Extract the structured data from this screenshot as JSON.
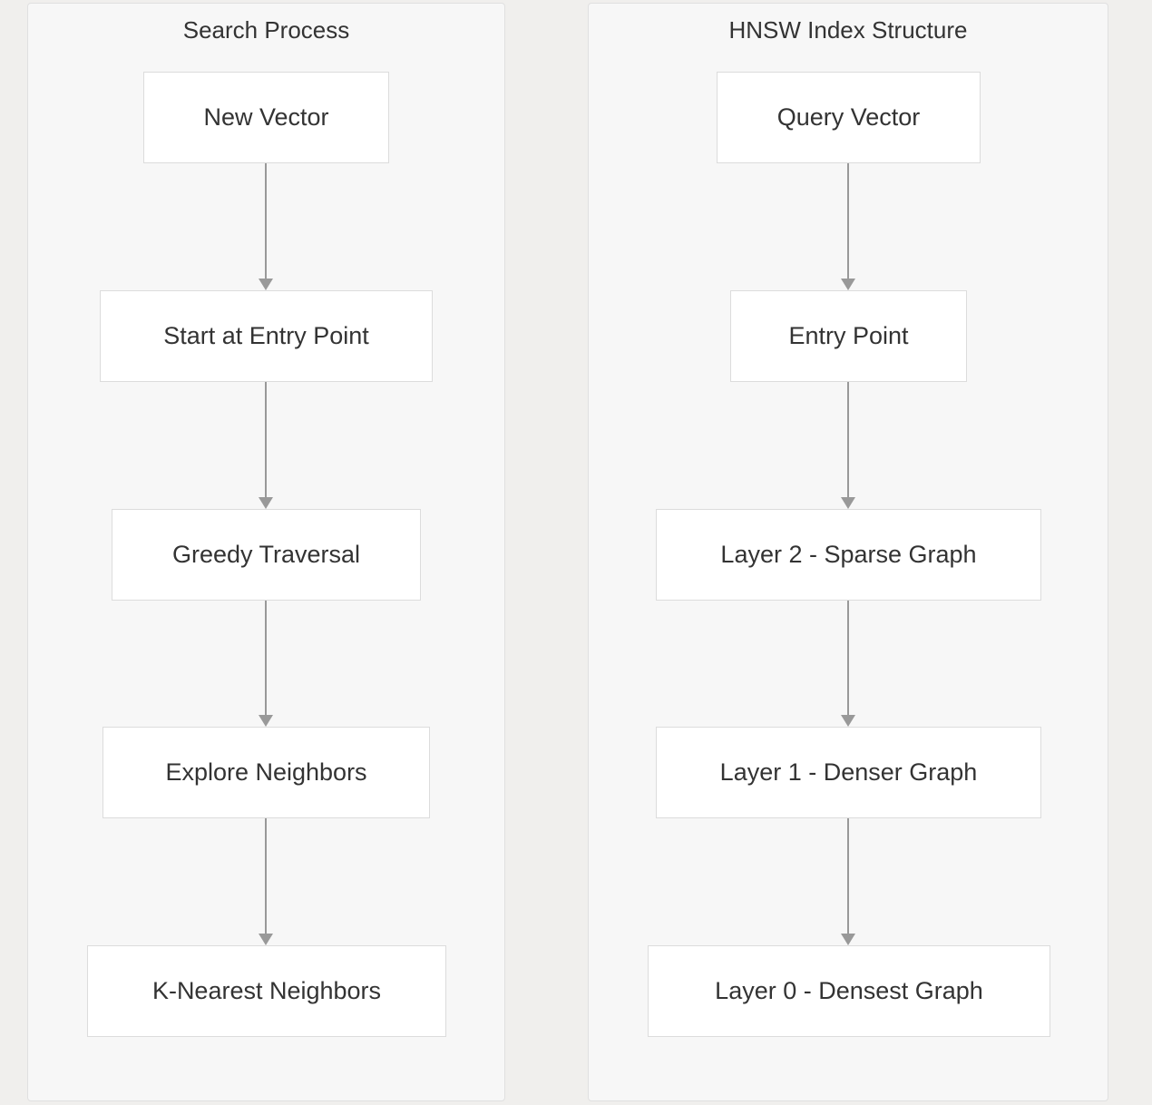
{
  "page": {
    "background_color": "#f0efed",
    "panel_background_color": "#f7f7f7",
    "panel_border_color": "#e0e0e0",
    "node_background_color": "#ffffff",
    "node_border_color": "#dcdcdc",
    "text_color": "#333333",
    "connector_color": "#999999"
  },
  "diagram": {
    "type": "flowchart",
    "direction": "top-to-bottom",
    "panels": [
      {
        "id": "search-process",
        "title": "Search Process",
        "nodes": [
          {
            "id": "new-vector",
            "label": "New Vector"
          },
          {
            "id": "start-at-entry-point",
            "label": "Start at Entry Point"
          },
          {
            "id": "greedy-traversal",
            "label": "Greedy Traversal"
          },
          {
            "id": "explore-neighbors",
            "label": "Explore Neighbors"
          },
          {
            "id": "k-nearest-neighbors",
            "label": "K-Nearest Neighbors"
          }
        ],
        "edges": [
          {
            "from": "new-vector",
            "to": "start-at-entry-point",
            "arrow": "arrow-down-icon"
          },
          {
            "from": "start-at-entry-point",
            "to": "greedy-traversal",
            "arrow": "arrow-down-icon"
          },
          {
            "from": "greedy-traversal",
            "to": "explore-neighbors",
            "arrow": "arrow-down-icon"
          },
          {
            "from": "explore-neighbors",
            "to": "k-nearest-neighbors",
            "arrow": "arrow-down-icon"
          }
        ]
      },
      {
        "id": "hnsw-index-structure",
        "title": "HNSW Index Structure",
        "nodes": [
          {
            "id": "query-vector",
            "label": "Query Vector"
          },
          {
            "id": "entry-point",
            "label": "Entry Point"
          },
          {
            "id": "layer-2",
            "label": "Layer 2 - Sparse Graph"
          },
          {
            "id": "layer-1",
            "label": "Layer 1 - Denser Graph"
          },
          {
            "id": "layer-0",
            "label": "Layer 0 - Densest Graph"
          }
        ],
        "edges": [
          {
            "from": "query-vector",
            "to": "entry-point",
            "arrow": "arrow-down-icon"
          },
          {
            "from": "entry-point",
            "to": "layer-2",
            "arrow": "arrow-down-icon"
          },
          {
            "from": "layer-2",
            "to": "layer-1",
            "arrow": "arrow-down-icon"
          },
          {
            "from": "layer-1",
            "to": "layer-0",
            "arrow": "arrow-down-icon"
          }
        ]
      }
    ]
  }
}
